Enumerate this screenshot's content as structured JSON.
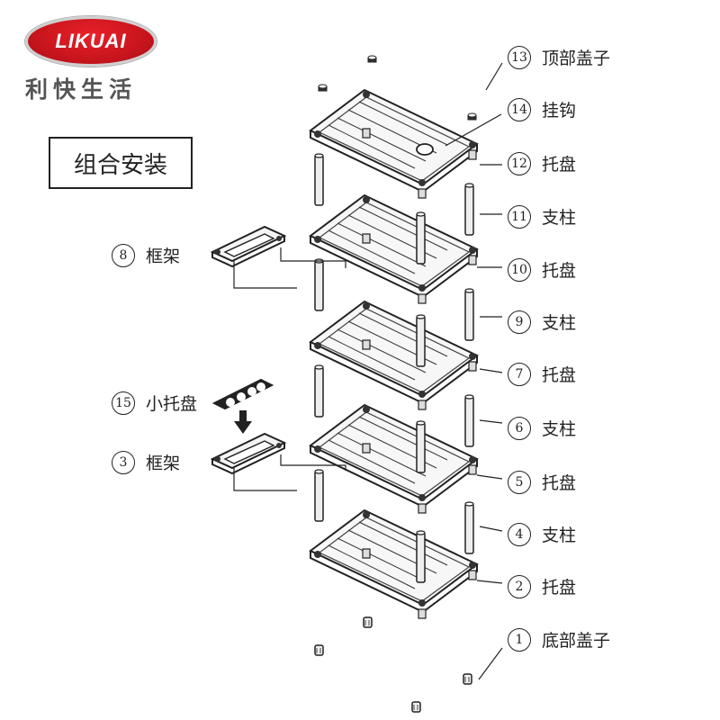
{
  "brand": {
    "logo_word": "LIKUAI",
    "name_cn": "利快生活",
    "logo_color": "#c5141c"
  },
  "title": "组合安装",
  "parts": [
    {
      "num": "13",
      "name": "顶部盖子"
    },
    {
      "num": "14",
      "name": "挂钩"
    },
    {
      "num": "12",
      "name": "托盘"
    },
    {
      "num": "11",
      "name": "支柱"
    },
    {
      "num": "10",
      "name": "托盘"
    },
    {
      "num": "9",
      "name": "支柱"
    },
    {
      "num": "7",
      "name": "托盘"
    },
    {
      "num": "6",
      "name": "支柱"
    },
    {
      "num": "5",
      "name": "托盘"
    },
    {
      "num": "4",
      "name": "支柱"
    },
    {
      "num": "2",
      "name": "托盘"
    },
    {
      "num": "1",
      "name": "底部盖子"
    },
    {
      "num": "8",
      "name": "框架"
    },
    {
      "num": "15",
      "name": "小托盘"
    },
    {
      "num": "3",
      "name": "框架"
    }
  ]
}
